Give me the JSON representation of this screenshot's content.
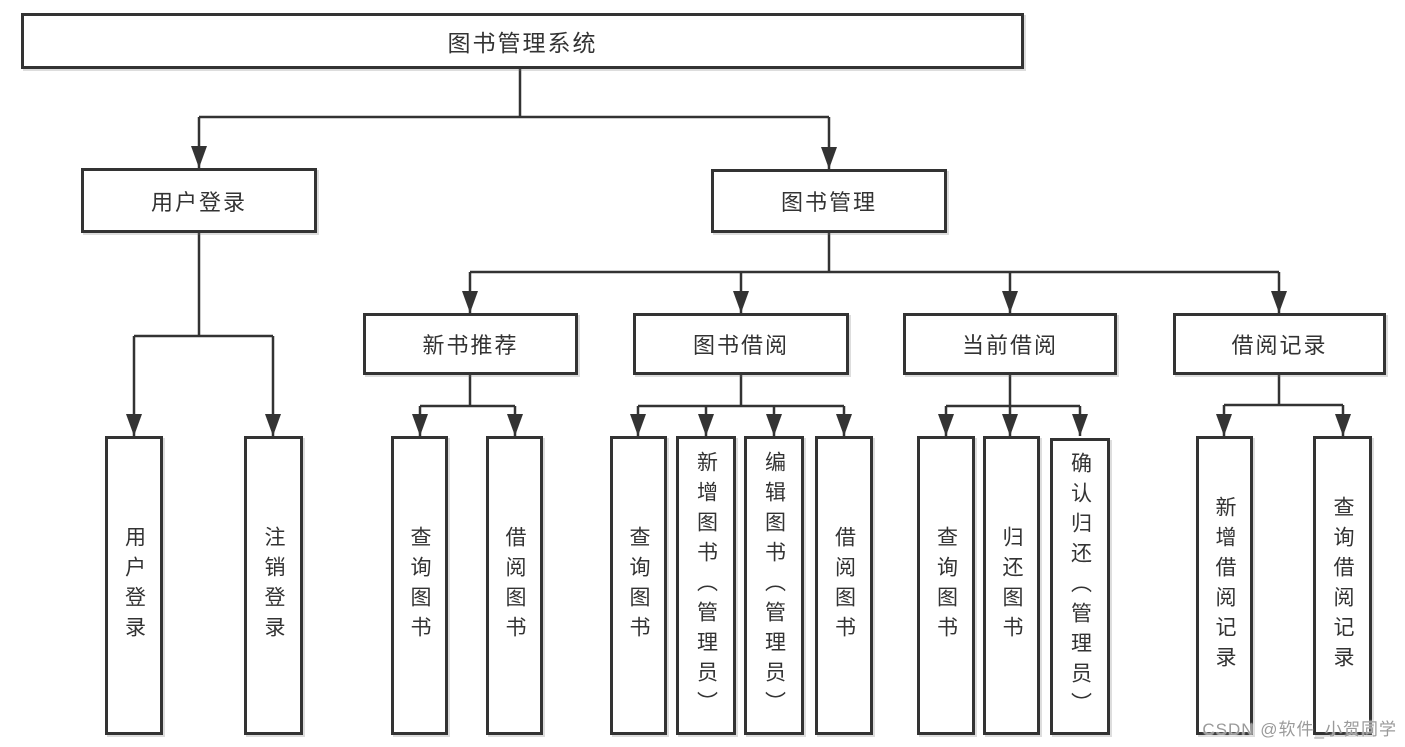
{
  "diagram": {
    "title": "图书管理系统",
    "children": [
      {
        "label": "用户登录",
        "children": [
          {
            "label": "用户登录"
          },
          {
            "label": "注销登录"
          }
        ]
      },
      {
        "label": "图书管理",
        "children": [
          {
            "label": "新书推荐",
            "children": [
              {
                "label": "查询图书"
              },
              {
                "label": "借阅图书"
              }
            ]
          },
          {
            "label": "图书借阅",
            "children": [
              {
                "label": "查询图书"
              },
              {
                "label": "新增图书（管理员）"
              },
              {
                "label": "编辑图书（管理员）"
              },
              {
                "label": "借阅图书"
              }
            ]
          },
          {
            "label": "当前借阅",
            "children": [
              {
                "label": "查询图书"
              },
              {
                "label": "归还图书"
              },
              {
                "label": "确认归还（管理员）"
              }
            ]
          },
          {
            "label": "借阅记录",
            "children": [
              {
                "label": "新增借阅记录"
              },
              {
                "label": "查询借阅记录"
              }
            ]
          }
        ]
      }
    ]
  },
  "watermark": {
    "text": "CSDN @软件_小贺同学"
  },
  "colors": {
    "line": "#333333",
    "text": "#333333",
    "background": "#ffffff",
    "watermark_text": "#9a9a9a"
  }
}
